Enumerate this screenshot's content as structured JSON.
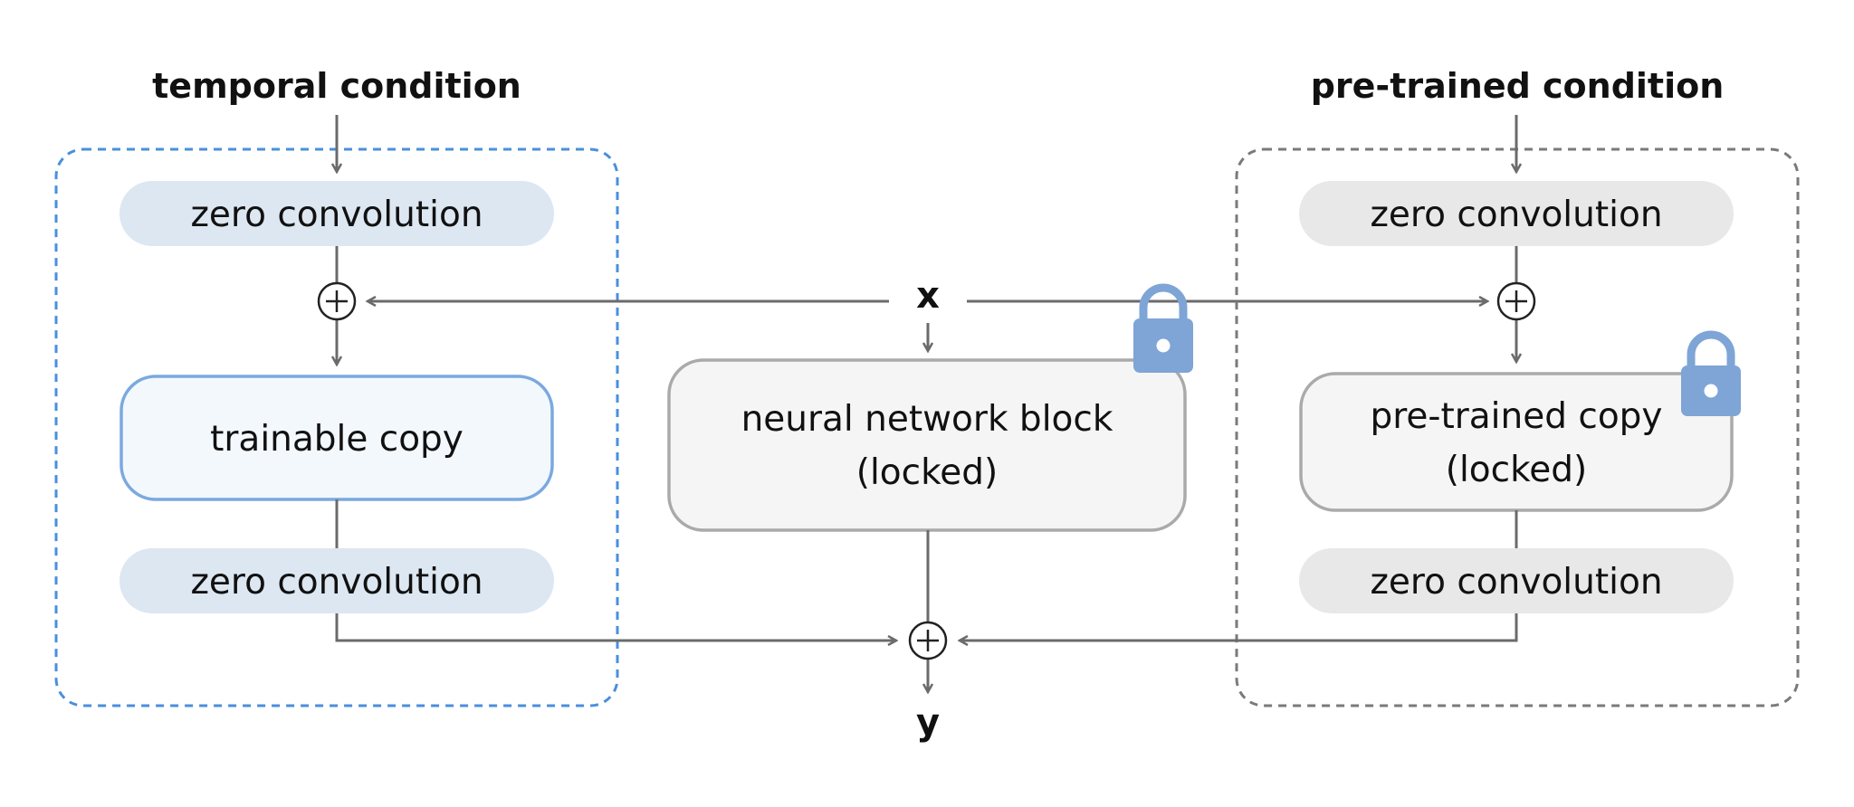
{
  "left_branch": {
    "title": "temporal condition",
    "zero_conv_top": "zero convolution",
    "block_label": "trainable copy",
    "zero_conv_bottom": "zero convolution",
    "accent_color": "#4a8fdc",
    "pill_fill": "#dde7f2",
    "block_fill": "#f3f8fd",
    "block_stroke": "#7aa9df"
  },
  "center": {
    "input_label": "x",
    "block_line1": "neural network block",
    "block_line2": "(locked)",
    "output_label": "y",
    "lock_icon": "lock-icon"
  },
  "right_branch": {
    "title": "pre-trained condition",
    "zero_conv_top": "zero convolution",
    "block_line1": "pre-trained copy",
    "block_line2": "(locked)",
    "zero_conv_bottom": "zero convolution",
    "accent_color": "#7a7a7a",
    "pill_fill": "#e8e8e8",
    "lock_icon": "lock-icon"
  },
  "colors": {
    "lock": "#7ea5d6",
    "locked_block_fill": "#f5f5f5",
    "locked_block_stroke": "#aaaaaa",
    "line": "#6b6b6b"
  }
}
